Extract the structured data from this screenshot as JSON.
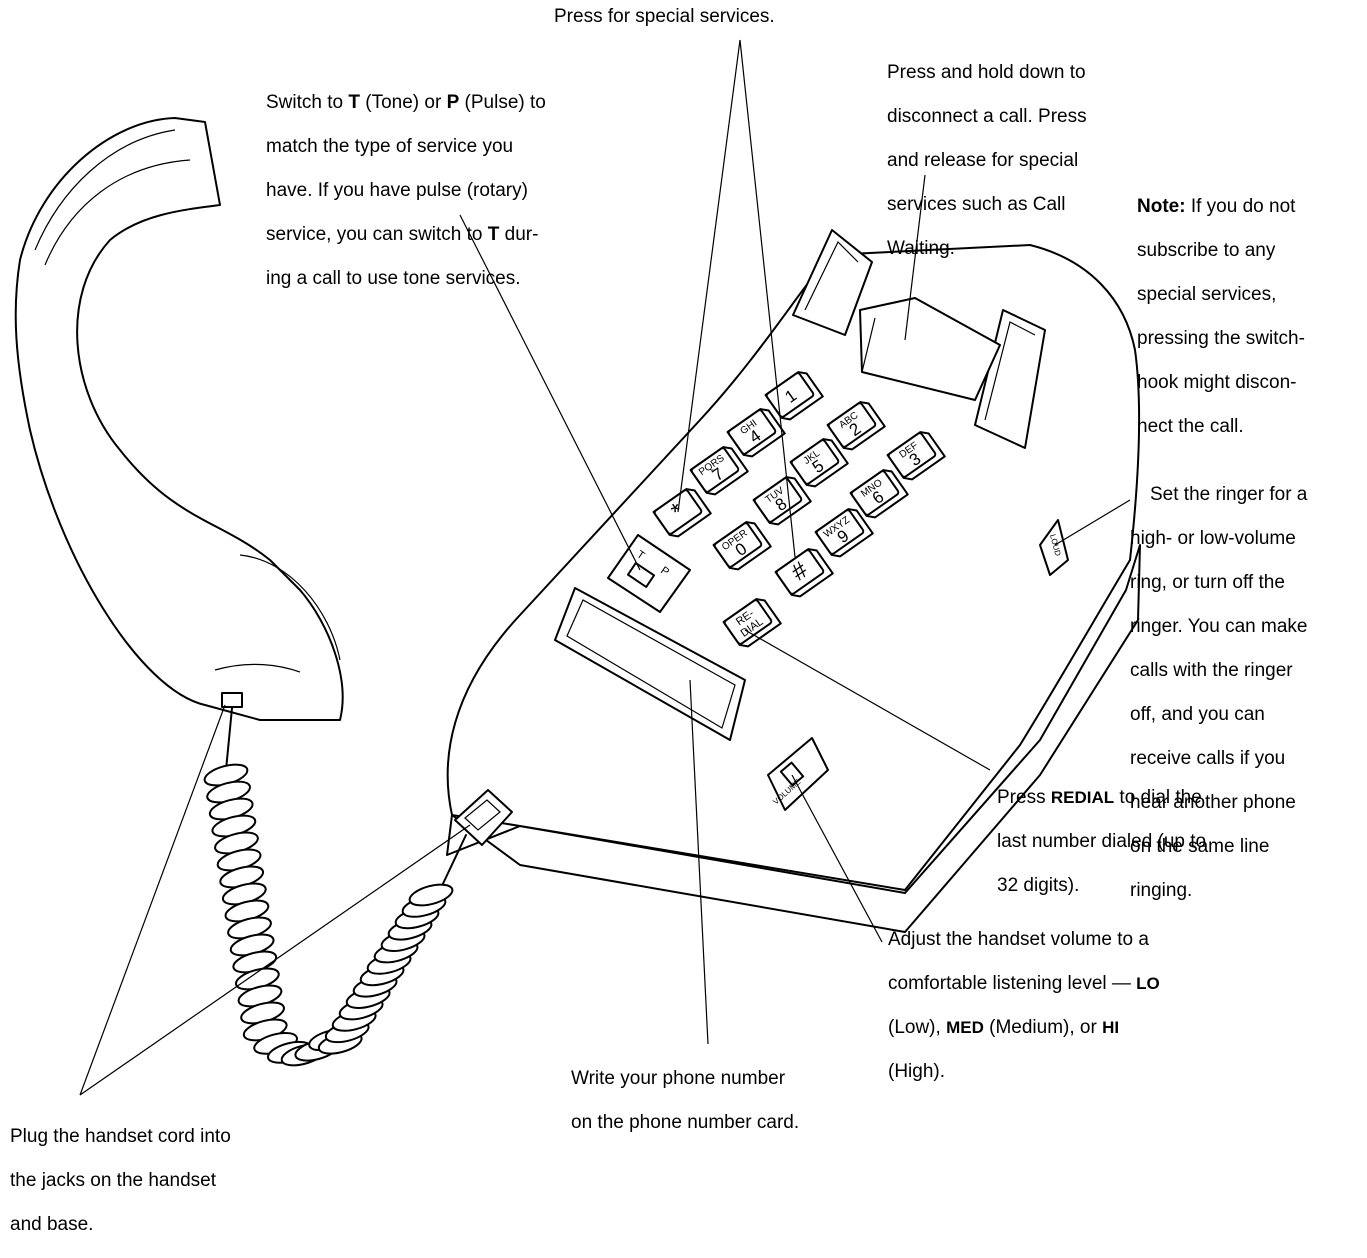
{
  "callouts": {
    "special_services": "Press for special services.",
    "switchhook": [
      "Press and hold down to",
      "disconnect a call. Press",
      "and release for special",
      "services such as Call",
      "Waiting."
    ],
    "tone_pulse": {
      "l1_a": "Switch to ",
      "l1_t": "T",
      "l1_b": " (Tone) or ",
      "l1_p": "P",
      "l1_c": " (Pulse) to",
      "l2": "match the type of service you",
      "l3": "have. If you have pulse (rotary)",
      "l4_a": "service, you can switch to ",
      "l4_t": "T",
      "l4_b": " dur-",
      "l5": "ing a call to use tone services."
    },
    "note": {
      "label": "Note:",
      "l1": " If you do not",
      "rest": [
        "subscribe to any",
        "special services,",
        "pressing the switch-",
        "hook might discon-",
        "nect the call."
      ]
    },
    "ringer": [
      "Set the ringer for a",
      "high- or low-volume",
      "ring, or turn off the",
      "ringer. You can make",
      "calls with the ringer",
      "off, and you can",
      "receive calls if you",
      "hear another phone",
      "on the same line",
      "ringing."
    ],
    "redial": {
      "a": "Press ",
      "b": "REDIAL",
      "c": " to dial the",
      "l2": "last number dialed (up to",
      "l3": "32 digits)."
    },
    "volume": {
      "l1": "Adjust the handset volume to a",
      "l2_a": "comfortable listening level — ",
      "l2_b": "LO",
      "l3_a": "(Low), ",
      "l3_b": "MED",
      "l3_c": " (Medium), or ",
      "l3_d": "HI",
      "l4": "(High)."
    },
    "card": [
      "Write your phone number",
      "on the phone number card."
    ],
    "cord": [
      "Plug the handset cord into",
      "the jacks on the handset",
      "and base."
    ]
  },
  "keypad": {
    "k1": {
      "digit": "1",
      "letters": ""
    },
    "k2": {
      "digit": "2",
      "letters": "ABC"
    },
    "k3": {
      "digit": "3",
      "letters": "DEF"
    },
    "k4": {
      "digit": "4",
      "letters": "GHI"
    },
    "k5": {
      "digit": "5",
      "letters": "JKL"
    },
    "k6": {
      "digit": "6",
      "letters": "MNO"
    },
    "k7": {
      "digit": "7",
      "letters": "PQRS"
    },
    "k8": {
      "digit": "8",
      "letters": "TUV"
    },
    "k9": {
      "digit": "9",
      "letters": "WXYZ"
    },
    "k0": {
      "digit": "0",
      "letters": "OPER"
    },
    "star": {
      "digit": "*",
      "letters": ""
    },
    "hash": {
      "digit": "#",
      "letters": ""
    },
    "redial": {
      "l1": "RE-",
      "l2": "DIAL"
    }
  },
  "switch_labels": {
    "tone": "T",
    "pulse": "P"
  },
  "ringer_label": "LOUD",
  "volume_label": "VOLUME"
}
